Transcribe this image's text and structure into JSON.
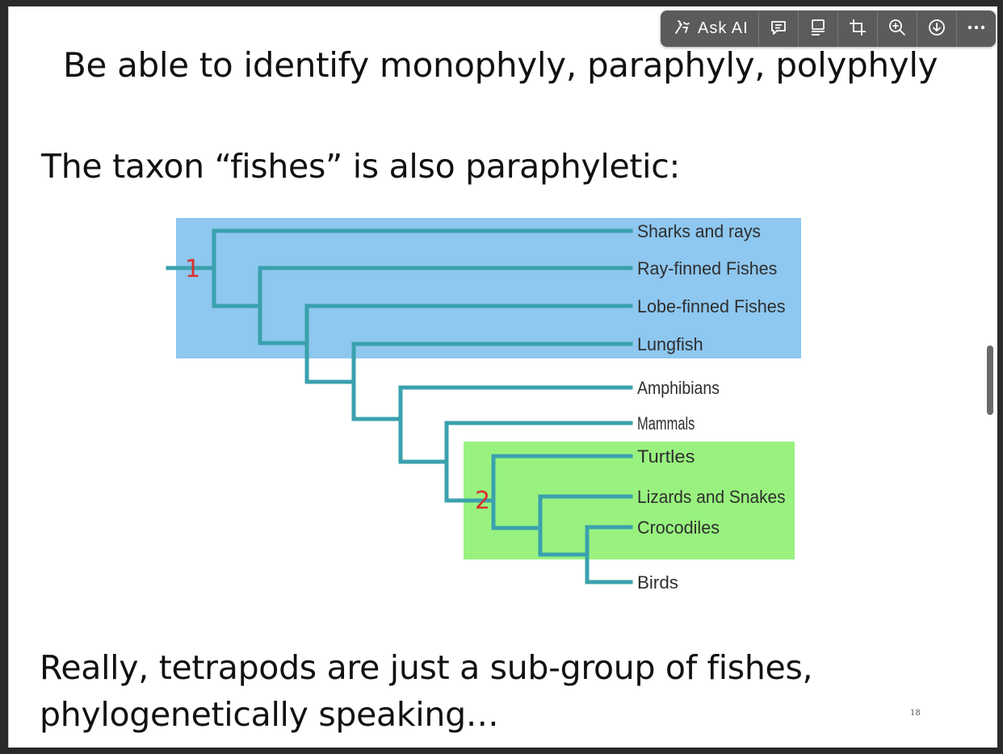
{
  "slide": {
    "heading": "Be able to identify monophyly, paraphyly, polyphyly",
    "subtitle": "The taxon “fishes” is also paraphyletic:",
    "footer_line1": "Really, tetrapods are just a sub-group of fishes,",
    "footer_line2": "phylogenetically speaking…",
    "page_number": "18"
  },
  "tree": {
    "taxa": [
      "Sharks and rays",
      "Ray-finned Fishes",
      "Lobe-finned Fishes",
      "Lungfish",
      "Amphibians",
      "Mammals",
      "Turtles",
      "Lizards and Snakes",
      "Crocodiles",
      "Birds"
    ],
    "marker_1": "1",
    "marker_2": "2",
    "colors": {
      "branch": "#3aa1ad",
      "fish_box": "#8ec7ef",
      "reptile_box": "#99f27f",
      "marker": "#d8322e",
      "label": "#2e2e2e"
    }
  },
  "toolbar": {
    "ask_ai_label": "Ask AI",
    "icons": [
      "ask-ai-icon",
      "comment-icon",
      "summary-icon",
      "crop-icon",
      "zoom-in-icon",
      "download-icon",
      "more-icon"
    ]
  }
}
